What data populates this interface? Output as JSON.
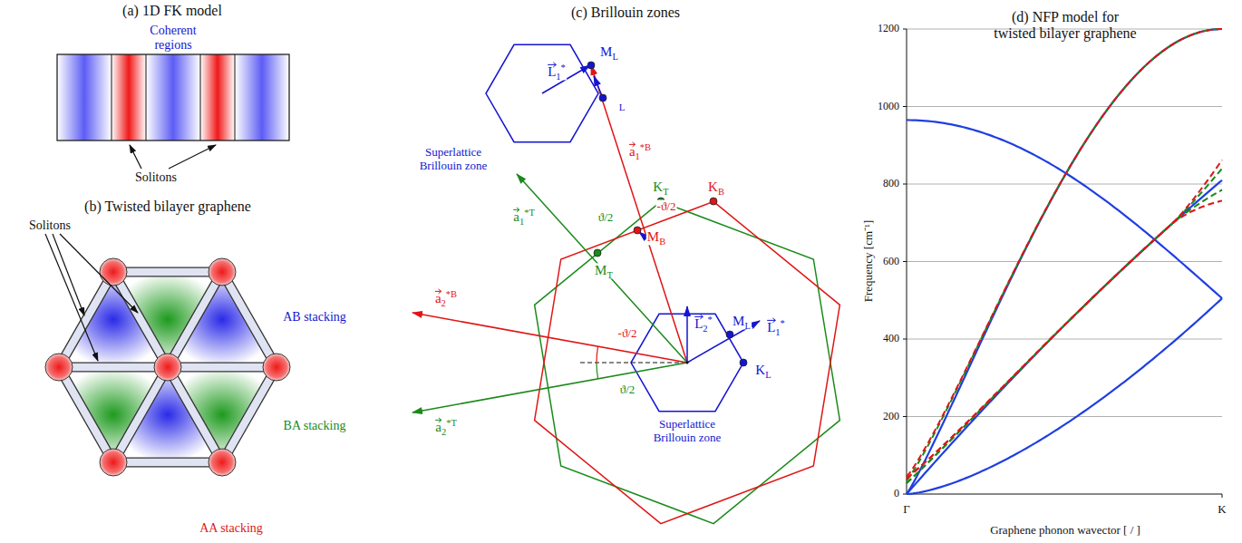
{
  "diagram": {
    "labels": [
      "(a) 1D FK model",
      "Coherent regions",
      "Solitons",
      "(b) Twisted bilayer graphene",
      "Solitons",
      "AB stacking",
      "BA stacking",
      "AA stacking",
      "(c) Brillouin zones",
      "ML",
      "L1*",
      "L",
      "Superlattice Brillouin zone",
      "a1*B",
      "a1*T",
      "ϑ/2",
      "-ϑ/2",
      "KT",
      "KB",
      "MT",
      "MB",
      "L2*",
      "ML",
      "L1*",
      "KL",
      "a2*B",
      "-ϑ/2",
      "ϑ/2",
      "a2*T",
      "Superlattice Brillouin zone",
      "(d) NFP model for twisted bilayer graphene",
      "0",
      "200",
      "400",
      "600",
      "800",
      "1000",
      "1200",
      "Frequency [cm⁻¹]",
      "Γ",
      "K",
      "Graphene phonon wavector [ / ]"
    ]
  }
}
